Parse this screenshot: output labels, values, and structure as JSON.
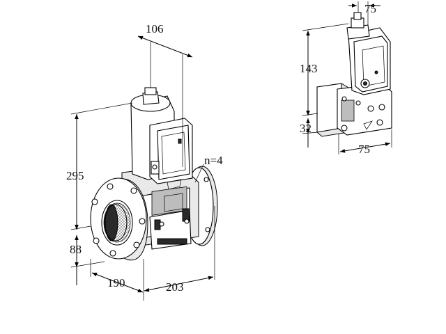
{
  "dimensions": {
    "main_valve": {
      "top_width": "106",
      "height_upper": "295",
      "height_lower": "88",
      "face_to_face": "190",
      "flange_width": "203",
      "bolt_holes": "n=4"
    },
    "side_module": {
      "top_width": "75",
      "height_upper": "143",
      "height_lower": "32",
      "bottom_width": "75"
    }
  },
  "colors": {
    "line": "#000000",
    "background": "#ffffff",
    "shade": "#e9e9e9",
    "dark": "#2a2a2a"
  }
}
